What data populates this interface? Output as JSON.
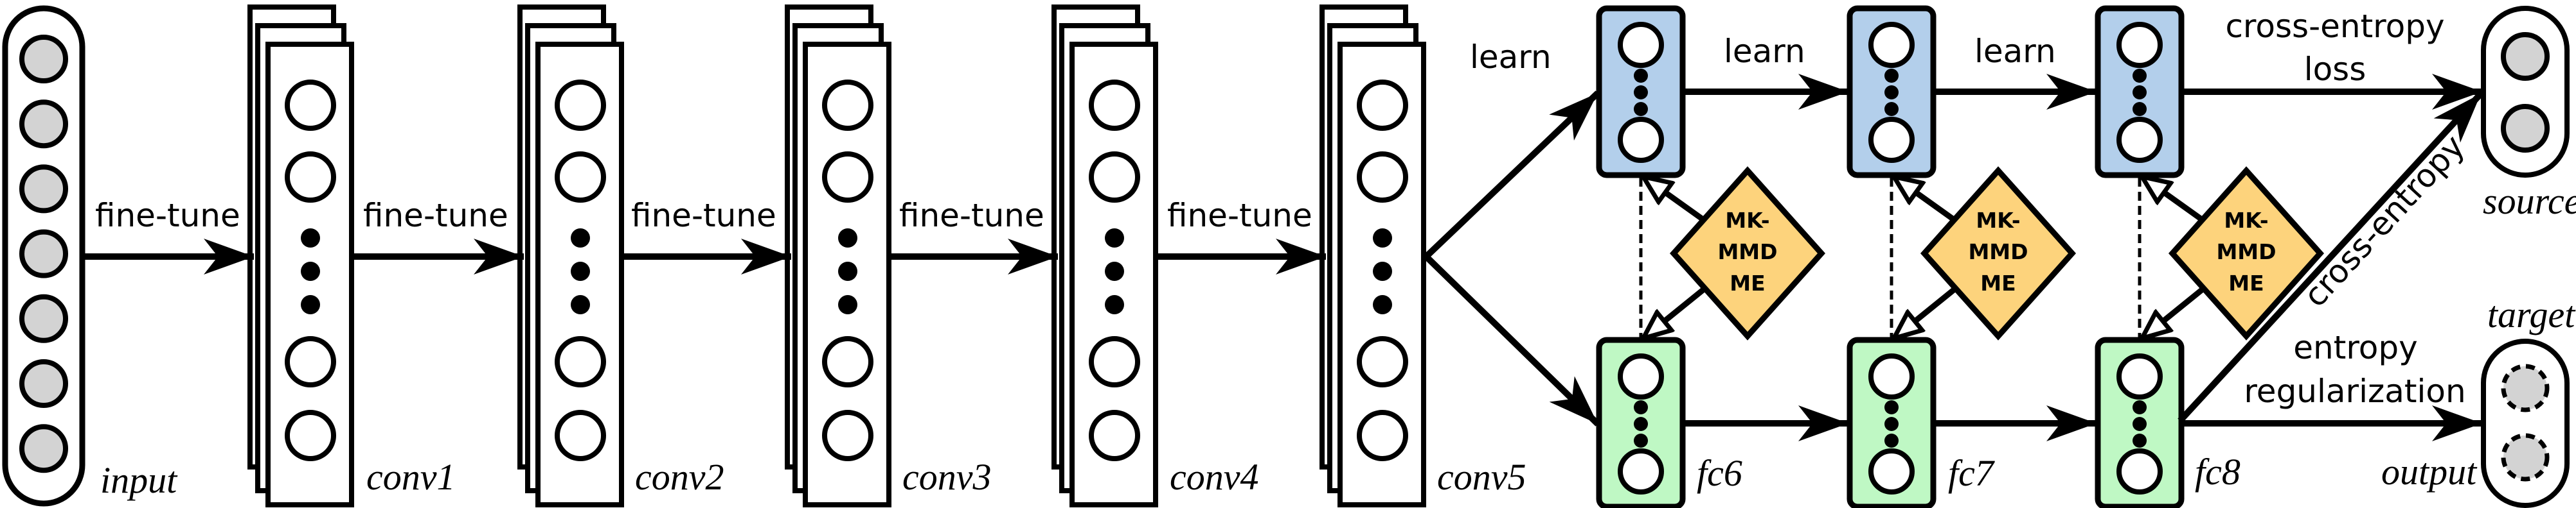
{
  "figure": {
    "input": {
      "label": "input",
      "node_count": 7
    },
    "conv_layers": [
      {
        "label": "conv1",
        "incoming_edge": "fine-tune"
      },
      {
        "label": "conv2",
        "incoming_edge": "fine-tune"
      },
      {
        "label": "conv3",
        "incoming_edge": "fine-tune"
      },
      {
        "label": "conv4",
        "incoming_edge": "fine-tune"
      },
      {
        "label": "conv5",
        "incoming_edge": "fine-tune"
      }
    ],
    "fc_layers": [
      {
        "label": "fc6"
      },
      {
        "label": "fc7"
      },
      {
        "label": "fc8"
      }
    ],
    "source_stream_edges": [
      "learn",
      "learn",
      "learn"
    ],
    "mmd_blocks": [
      {
        "lines": [
          "MK-",
          "MMD",
          "ME"
        ]
      },
      {
        "lines": [
          "MK-",
          "MMD",
          "ME"
        ]
      },
      {
        "lines": [
          "MK-",
          "MMD",
          "ME"
        ]
      }
    ],
    "outputs": {
      "source": {
        "label": "source",
        "edge_lines": [
          "cross-entropy",
          "loss"
        ]
      },
      "target": {
        "label": "target",
        "bottom_label": "output",
        "edge_lines": [
          "entropy",
          "regularization"
        ]
      },
      "diagonal_edge": "cross-entropy"
    },
    "colors": {
      "source_fill": "#b3cfeb",
      "target_fill": "#bff8c4",
      "mmd_fill": "#fdd37c",
      "node_fill": "#d3d3d3",
      "stroke": "#000000"
    }
  }
}
